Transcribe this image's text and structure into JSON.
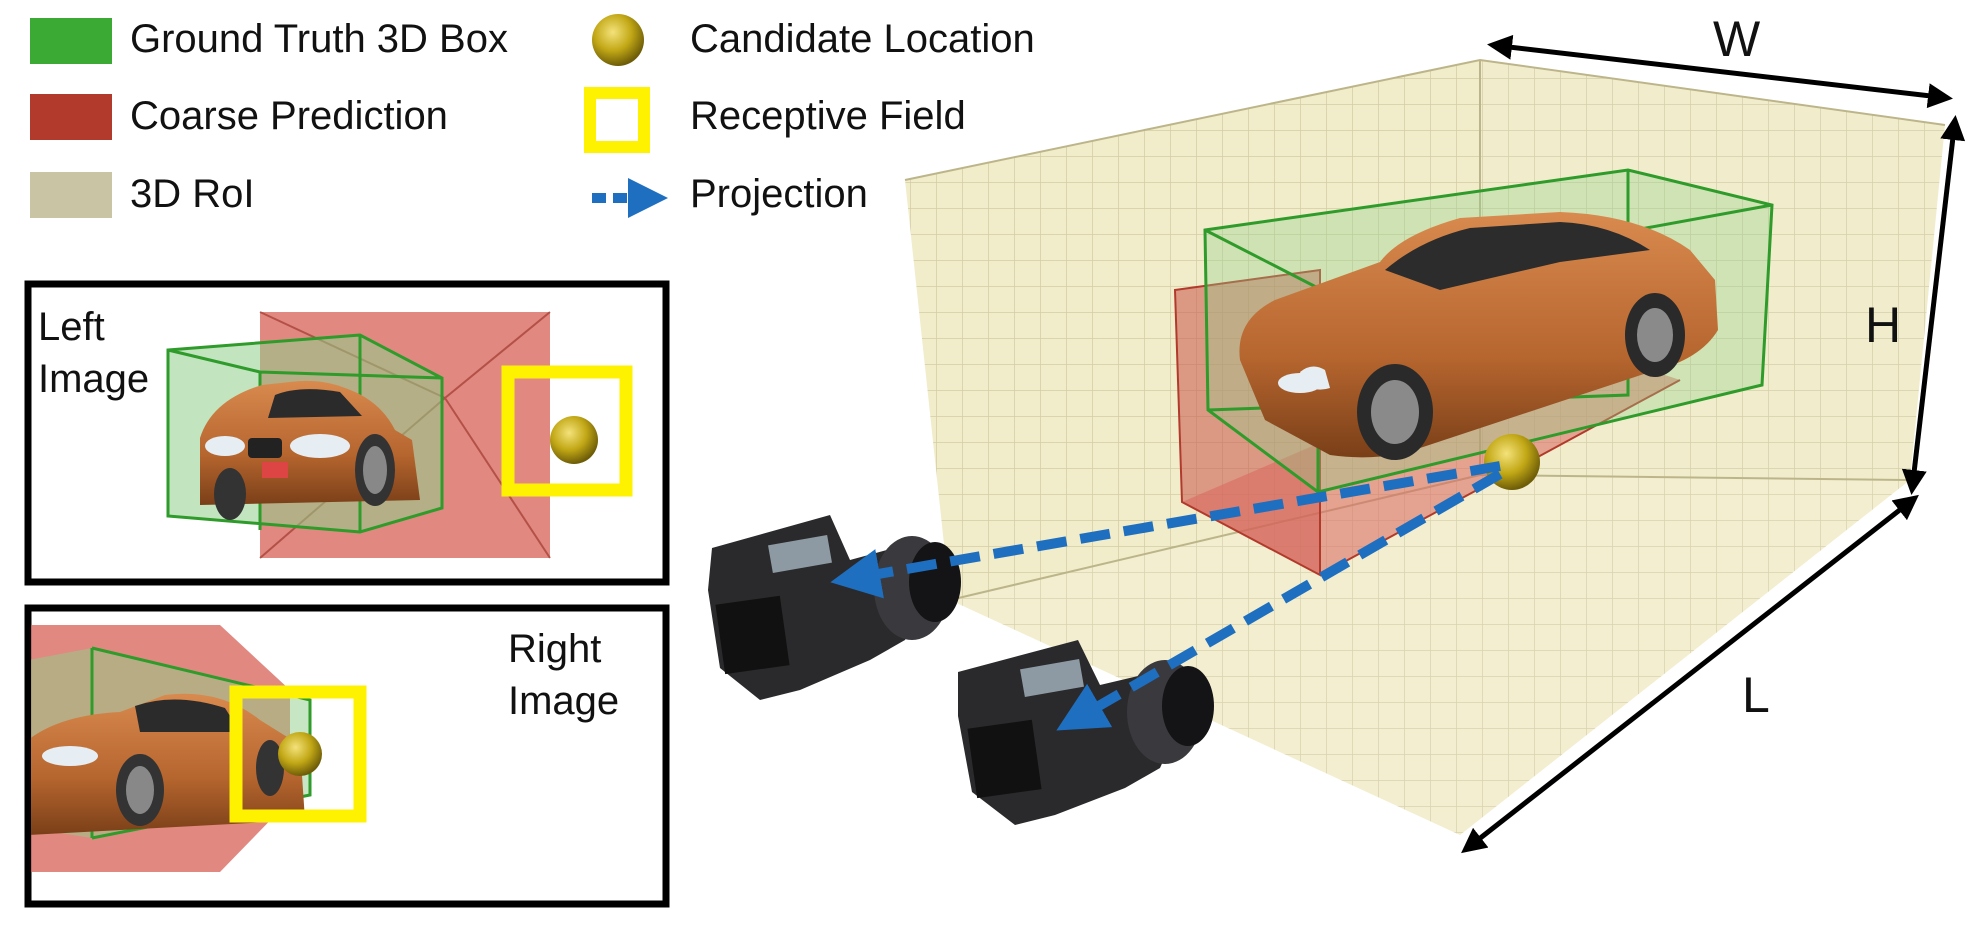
{
  "legend": {
    "ground_truth": "Ground Truth 3D Box",
    "coarse": "Coarse Prediction",
    "roi": "3D RoI",
    "candidate": "Candidate Location",
    "receptive": "Receptive Field",
    "projection": "Projection"
  },
  "views": {
    "left_line1": "Left",
    "left_line2": "Image",
    "right_line1": "Right",
    "right_line2": "Image"
  },
  "dims": {
    "w": "W",
    "h": "H",
    "l": "L"
  },
  "colors": {
    "ground_truth": "#3aaa35",
    "coarse": "#b23a2c",
    "roi": "#c9c4a3",
    "candidate": "#c2a816",
    "receptive": "#fff200",
    "projection": "#1f6fc0"
  }
}
